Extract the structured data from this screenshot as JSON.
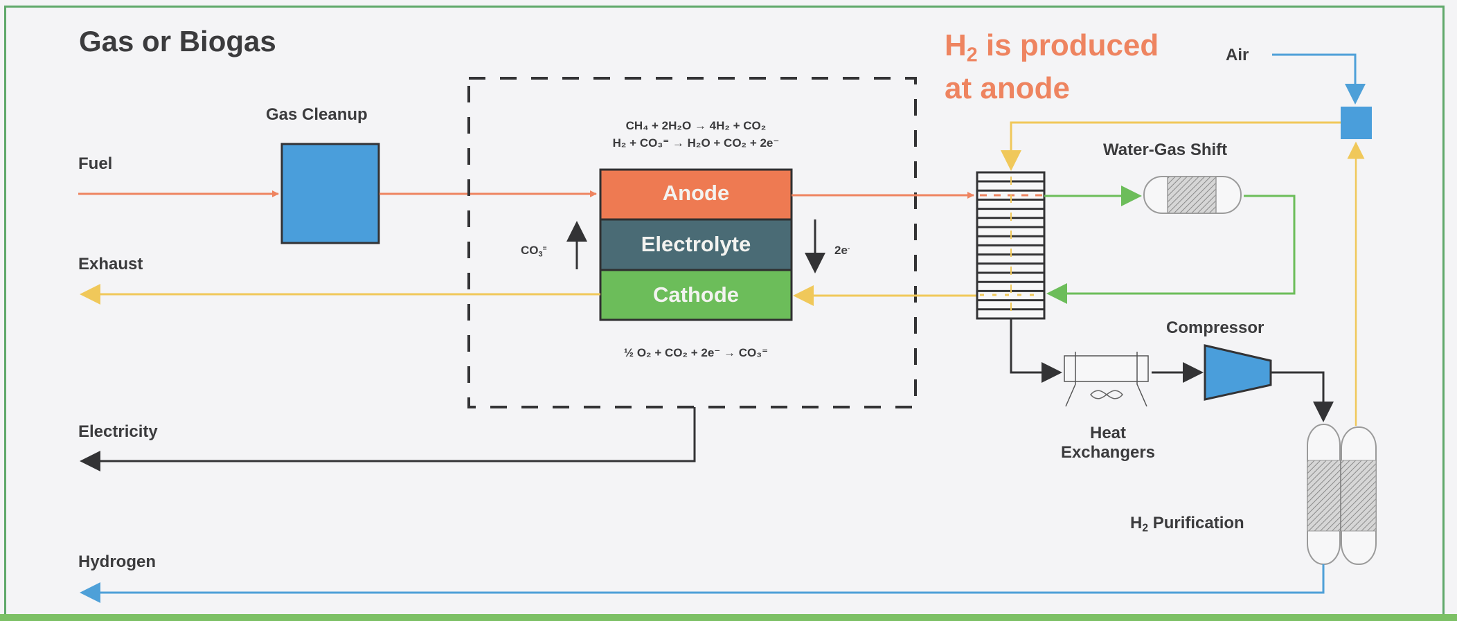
{
  "title": "Gas or Biogas",
  "callout": {
    "line1_main": "H",
    "line1_sub": "2",
    "line1_rest": " is produced",
    "line2": "at anode"
  },
  "streams": {
    "fuel": "Fuel",
    "exhaust": "Exhaust",
    "electricity": "Electricity",
    "hydrogen": "Hydrogen",
    "air": "Air"
  },
  "components": {
    "gas_cleanup": "Gas Cleanup",
    "water_gas_shift": "Water-Gas Shift",
    "compressor": "Compressor",
    "heat_exchangers_line1": "Heat",
    "heat_exchangers_line2": "Exchangers",
    "h2_purification_main": "H",
    "h2_purification_sub": "2",
    "h2_purification_rest": " Purification"
  },
  "fuel_cell": {
    "anode": "Anode",
    "electrolyte": "Electrolyte",
    "cathode": "Cathode",
    "ion_label": {
      "main": "CO",
      "sub": "3",
      "sup": "="
    },
    "electron_label": {
      "main": "2e",
      "sup": "-"
    },
    "anode_equations": [
      "CH₄ + 2H₂O → 4H₂ + CO₂",
      "H₂ + CO₃⁼ → H₂O + CO₂ + 2e⁻"
    ],
    "cathode_equation": "½ O₂ + CO₂ + 2e⁻ → CO₃⁼"
  },
  "colors": {
    "fuel_orange": "#ee8460",
    "exhaust_yellow": "#f0c85a",
    "shift_green": "#6cbd5a",
    "hydrogen_blue": "#4ea0d8",
    "equipment_blue": "#4a9edb",
    "electrolyte_slate": "#4a6b75",
    "cathode_green": "#6cbd5a",
    "dark": "#333335",
    "frame_green": "#5fa86a"
  }
}
